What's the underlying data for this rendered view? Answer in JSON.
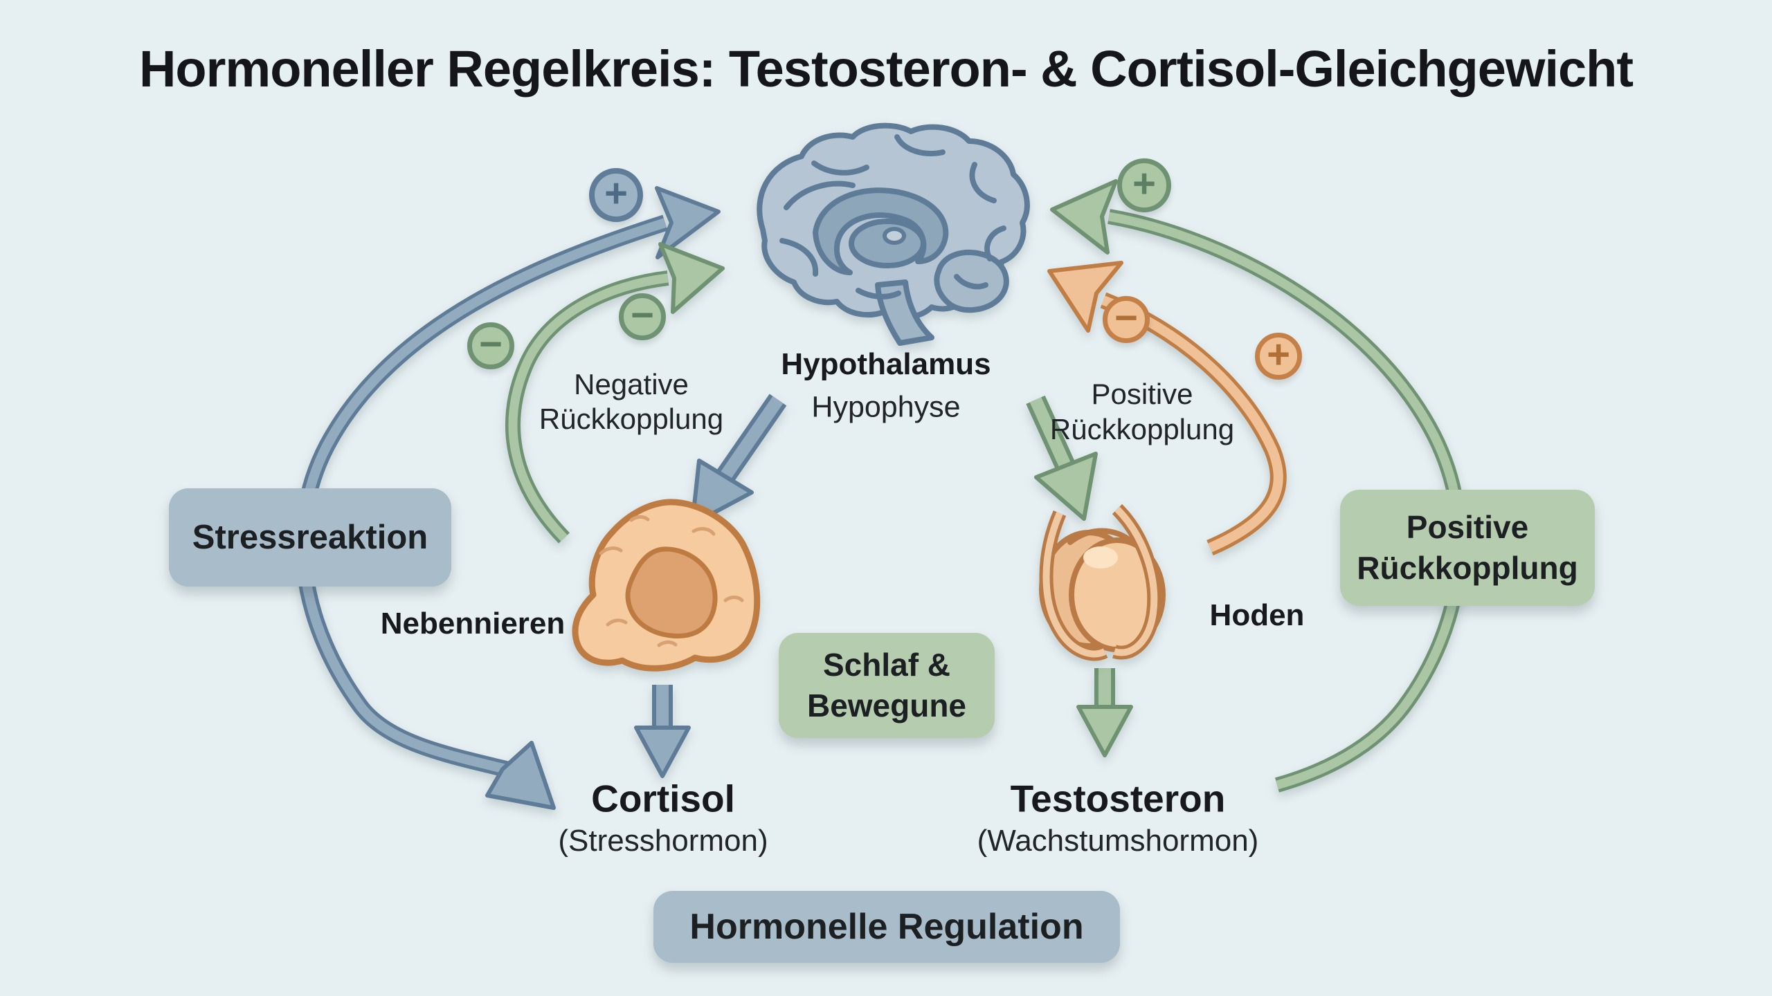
{
  "title": "Hormoneller Regelkreis: Testosteron- & Cortisol-Gleichgewicht",
  "brain": {
    "label_line1": "Hypothalamus",
    "label_line2": "Hypophyse"
  },
  "feedback": {
    "negative_line1": "Negative",
    "negative_line2": "Rückkopplung",
    "positive_line1": "Positive",
    "positive_line2": "Rückkopplung"
  },
  "badges": {
    "stressreaktion": "Stressreaktion",
    "positive_line1": "Positive",
    "positive_line2": "Rückkopplung",
    "schlaf_line1": "Schlaf &",
    "schlaf_line2": "Bewegune",
    "bottom": "Hormonelle Regulation"
  },
  "organs": {
    "adrenal_label": "Nebennieren",
    "testes_label": "Hoden"
  },
  "hormones": {
    "cortisol": "Cortisol",
    "cortisol_sub": "(Stresshormon)",
    "testosteron": "Testosteron",
    "testosteron_sub": "(Wachstumshormon)"
  },
  "signs": {
    "plus": "+",
    "minus": "−"
  },
  "colors": {
    "background": "#e6eff1",
    "arrow_blue": "#92abbe",
    "arrow_blue_dark": "#5e7c97",
    "arrow_green": "#a9c5a3",
    "arrow_green_dark": "#6f9273",
    "arrow_orange": "#f0c197",
    "arrow_orange_dark": "#c07e45",
    "badge_blue": "#a9bcca",
    "badge_green": "#b6ccaf",
    "text": "#17191c"
  }
}
